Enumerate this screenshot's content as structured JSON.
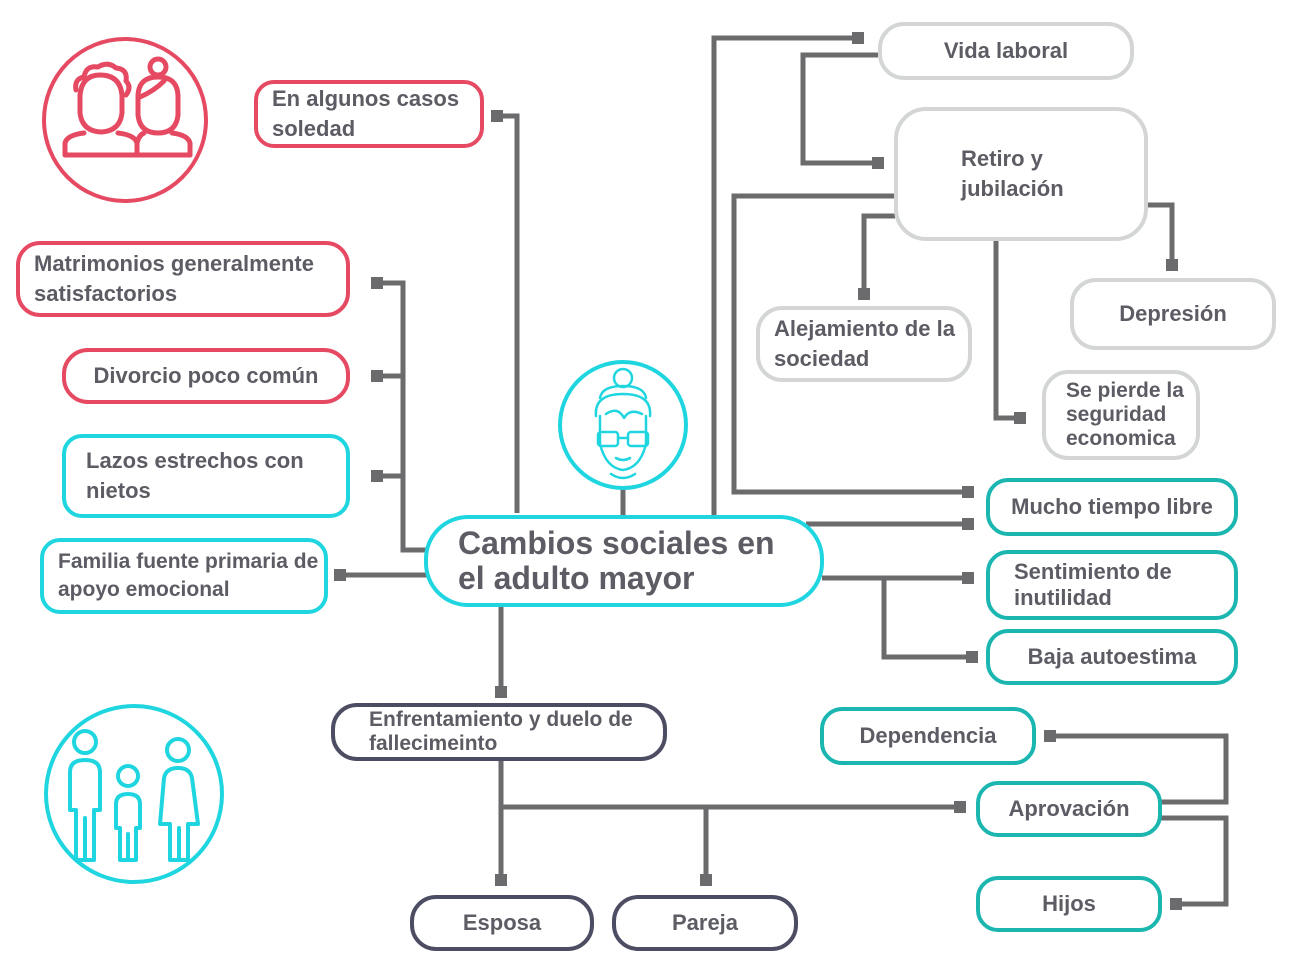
{
  "central": {
    "title": "Cambios sociales en el adulto mayor"
  },
  "nodes": {
    "soledad": "En algunos casos soledad",
    "matrimonios": "Matrimonios generalmente satisfactorios",
    "divorcio": "Divorcio poco común",
    "lazos": "Lazos estrechos con nietos",
    "familia": "Familia fuente primaria de apoyo emocional",
    "vida_laboral": "Vida laboral",
    "retiro": "Retiro  y jubilación",
    "alejamiento": "Alejamiento de la sociedad",
    "depresion": "Depresión",
    "seguridad": "Se pierde la seguridad economica",
    "tiempo_libre": "Mucho tiempo libre",
    "inutilidad": "Sentimiento de inutilidad",
    "autoestima": "Baja autoestima",
    "enfrentamiento": "Enfrentamiento y duelo de fallecimeinto",
    "dependencia": "Dependencia",
    "aprovacion": "Aprovación",
    "hijos": "Hijos",
    "esposa": "Esposa",
    "pareja": "Pareja"
  },
  "icons": {
    "couple": "couple-icon",
    "elder": "elderly-woman-icon",
    "family": "family-icon"
  },
  "colors": {
    "red": "#e64a62",
    "cyan": "#1fd6e0",
    "teal": "#1bb6b0",
    "grey": "#d3d6d5",
    "navy": "#4c4d63",
    "connector": "#6b6b6e",
    "text": "#5d5c64"
  }
}
